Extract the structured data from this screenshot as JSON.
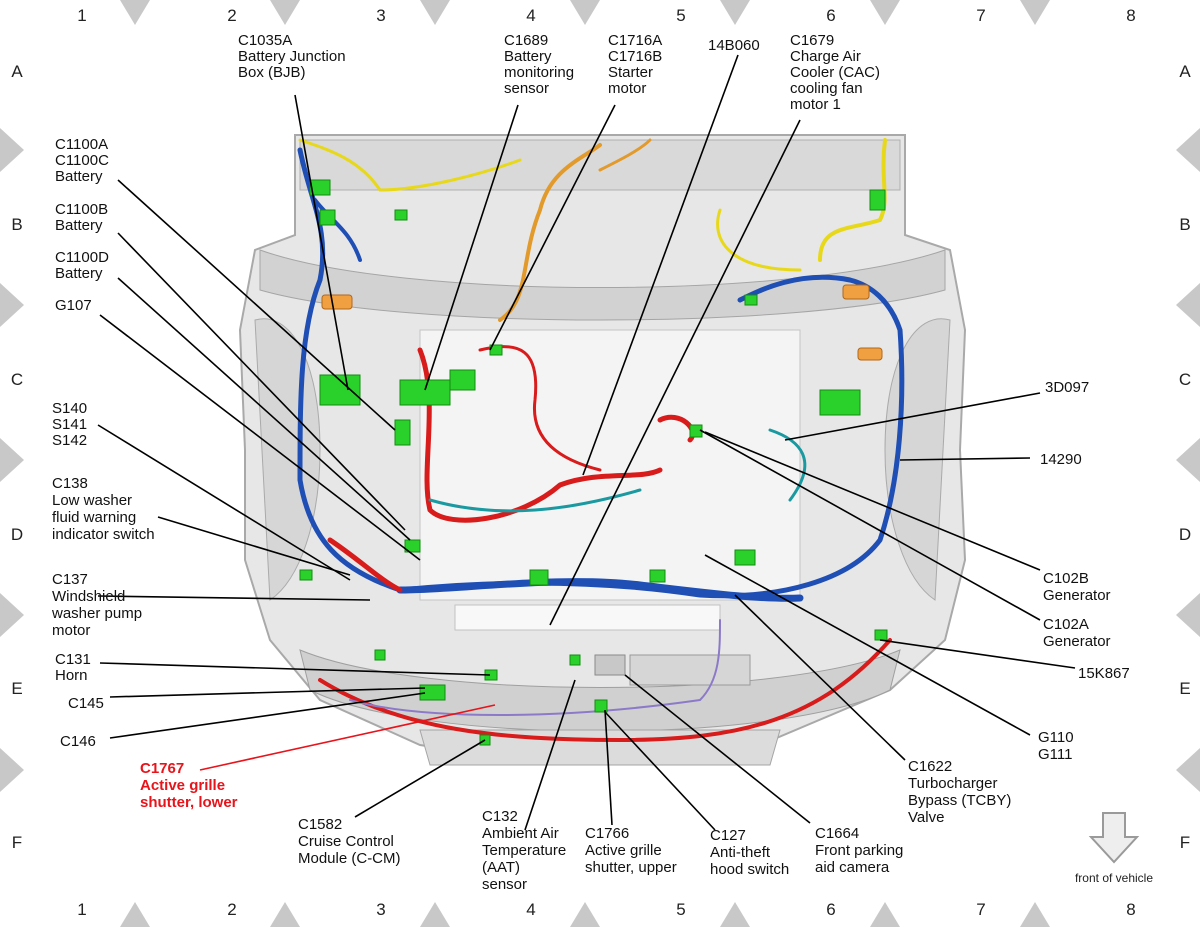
{
  "grid": {
    "columns": [
      "1",
      "2",
      "3",
      "4",
      "5",
      "6",
      "7",
      "8"
    ],
    "rows": [
      "A",
      "B",
      "C",
      "D",
      "E",
      "F"
    ]
  },
  "labels": {
    "c1035a": [
      "C1035A",
      "Battery Junction",
      "Box (BJB)"
    ],
    "c1689": [
      "C1689",
      "Battery",
      "monitoring",
      "sensor"
    ],
    "c1716": [
      "C1716A",
      "C1716B",
      "Starter",
      "motor"
    ],
    "l14b060": [
      "14B060"
    ],
    "c1679": [
      "C1679",
      "Charge Air",
      "Cooler (CAC)",
      "cooling fan",
      "motor 1"
    ],
    "c1100a": [
      "C1100A",
      "C1100C",
      "Battery"
    ],
    "c1100b": [
      "C1100B",
      "Battery"
    ],
    "c1100d": [
      "C1100D",
      "Battery"
    ],
    "g107": [
      "G107"
    ],
    "s140": [
      "S140",
      "S141",
      "S142"
    ],
    "c138": [
      "C138",
      "Low washer",
      "fluid warning",
      "indicator switch"
    ],
    "c137": [
      "C137",
      "Windshield",
      "washer pump",
      "motor"
    ],
    "c131": [
      "C131",
      "Horn"
    ],
    "c145": [
      "C145"
    ],
    "c146": [
      "C146"
    ],
    "c1767": [
      "C1767",
      "Active grille",
      "shutter, lower"
    ],
    "c1582": [
      "C1582",
      "Cruise Control",
      "Module (C-CM)"
    ],
    "c132": [
      "C132",
      "Ambient Air",
      "Temperature",
      "(AAT)",
      "sensor"
    ],
    "c1766": [
      "C1766",
      "Active grille",
      "shutter, upper"
    ],
    "c127": [
      "C127",
      "Anti-theft",
      "hood switch"
    ],
    "c1664": [
      "C1664",
      "Front parking",
      "aid camera"
    ],
    "c1622": [
      "C1622",
      "Turbocharger",
      "Bypass (TCBY)",
      "Valve"
    ],
    "g110": [
      "G110",
      "G111"
    ],
    "l15k867": [
      "15K867"
    ],
    "c102a": [
      "C102A",
      "Generator"
    ],
    "c102b": [
      "C102B",
      "Generator"
    ],
    "l14290": [
      "14290"
    ],
    "l3d097": [
      "3D097"
    ]
  },
  "front_of_vehicle": "front of vehicle",
  "colors": {
    "harness_blue": "#1f4fb4",
    "harness_red": "#d81b1b",
    "harness_yellow": "#e8d81a",
    "harness_orange": "#e29a2b",
    "harness_teal": "#1a9aa0",
    "connector_green": "#2ad12a",
    "highlight_label": "#e8141b"
  }
}
